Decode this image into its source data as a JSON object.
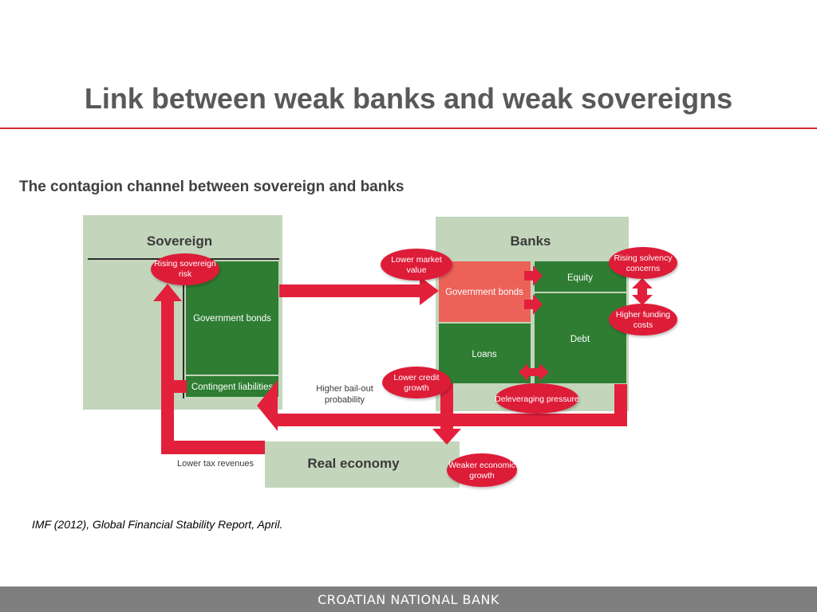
{
  "slide": {
    "title": "Link between weak banks and weak sovereigns",
    "subtitle": "The contagion channel between sovereign and banks",
    "source": "IMF (2012), Global Financial Stability Report, April.",
    "footer": "CROATIAN NATIONAL BANK"
  },
  "diagram": {
    "sovereign": {
      "heading": "Sovereign",
      "government_bonds": "Government bonds",
      "contingent_liabilities": "Contingent liabilities"
    },
    "banks": {
      "heading": "Banks",
      "government_bonds": "Government bonds",
      "equity": "Equity",
      "loans": "Loans",
      "debt": "Debt"
    },
    "real_economy": "Real economy",
    "bubbles": {
      "rising_sovereign_risk": [
        "Rising sovereign",
        "risk"
      ],
      "lower_market_value": [
        "Lower market",
        "value"
      ],
      "rising_solvency_concerns": [
        "Rising solvency",
        "concerns"
      ],
      "higher_funding_costs": [
        "Higher funding",
        "costs"
      ],
      "lower_credit_growth": [
        "Lower credit",
        "growth"
      ],
      "deleveraging_pressure": [
        "Deleveraging pressure"
      ],
      "weaker_economic_growth": [
        "Weaker economic",
        "growth"
      ]
    },
    "labels": {
      "higher_bailout_probability": [
        "Higher bail-out",
        "probability"
      ],
      "lower_tax_revenues": "Lower tax revenues"
    }
  },
  "colors": {
    "title": "#595959",
    "rule": "#d52b2b",
    "panel": "#c3d6bc",
    "dark_green": "#2e7d32",
    "salmon": "#ec6259",
    "arrow_red": "#e3203c",
    "bubble_red": "#dd1f38",
    "footer": "#7f7f7f"
  }
}
